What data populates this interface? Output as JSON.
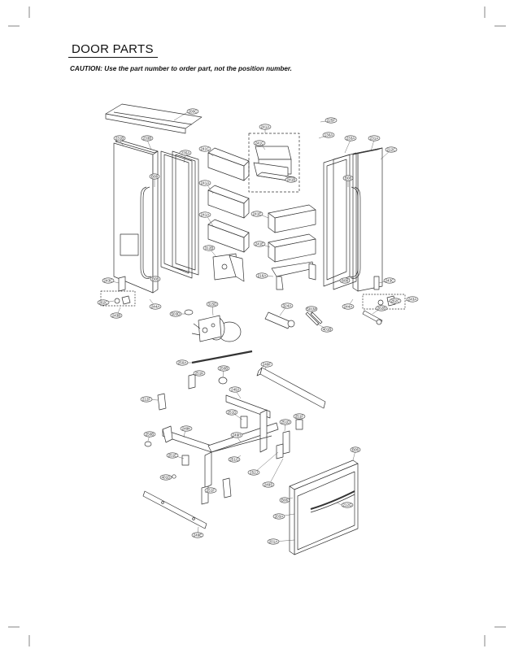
{
  "page": {
    "title": "DOOR PARTS",
    "caution": "CAUTION: Use the part number to order part, not the position number."
  },
  "labels": {
    "l_200c": "200C",
    "l_231b_left": "231B",
    "l_233b": "233B",
    "l_235a": "235A",
    "l_241c_left": "241C",
    "l_241a_top": "241A",
    "l_225f": "225F",
    "l_130a": "130A",
    "l_233a": "233A",
    "l_231a": "231A",
    "l_212c": "212C",
    "l_241c_mid": "241C",
    "l_241b": "241B",
    "l_808_left_top": "B08",
    "l_808_right_top": "B08",
    "l_241a_mid1": "241A",
    "l_241a_mid2": "241A",
    "l_241e_1": "241E",
    "l_241e_2": "241E",
    "l_312b": "312B",
    "l_216a": "216A",
    "l_808_left_bot": "B08",
    "l_808_right_bot": "B08",
    "l_243c_left": "243C",
    "l_243c_right": "243C",
    "l_243a": "243A",
    "l_262c_left": "262C",
    "l_262c_right": "262C",
    "l_243b": "243B",
    "l_244a_left": "244A",
    "l_244a_right": "244A",
    "l_262b": "262B",
    "l_315d": "315D",
    "l_503d": "503D",
    "l_324a": "324A",
    "l_501m": "501M",
    "l_401b": "401B",
    "l_250a": "250A",
    "l_251k": "251K",
    "l_250b_top": "250B",
    "l_249f": "249F",
    "l_249j": "249J",
    "l_212f": "212F",
    "l_251d_1": "251D",
    "l_251d_2": "251D",
    "l_251f": "251F",
    "l_249k": "249K",
    "l_249h": "249H",
    "l_250b_left": "250B",
    "l_251e": "251E",
    "l_251g": "251G",
    "l_252j": "252J",
    "l_401d": "401D",
    "l_249s": "249S",
    "l_251f_low": "251F",
    "l_808_drawer_top": "B06",
    "l_808_drawer_mid": "B06",
    "l_212g": "212G",
    "l_203a": "203A",
    "l_201a": "201A",
    "l_249e": "249E"
  },
  "colors": {
    "line": "#333333",
    "fill": "#ffffff",
    "dark": "#111111"
  }
}
